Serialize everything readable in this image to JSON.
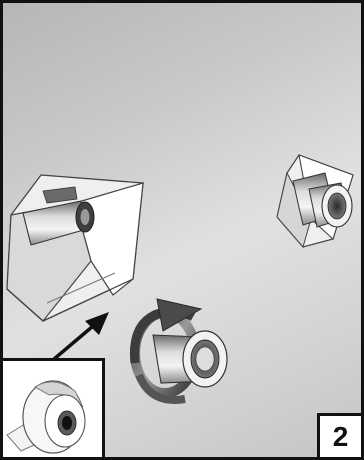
{
  "step": {
    "number": "2"
  },
  "colors": {
    "frame_border": "#111111",
    "background_light": "#e1e1e1",
    "background_dark": "#b6b6b6",
    "tube_dark": "#5a5a5a",
    "callout_arrow": "#111111"
  },
  "illustration": {
    "objects": [
      "large-prism-with-pipe",
      "small-prism-with-pipe",
      "rotating-pipe",
      "rotation-arrow",
      "callout-arrow",
      "tape-roll-inset"
    ]
  }
}
